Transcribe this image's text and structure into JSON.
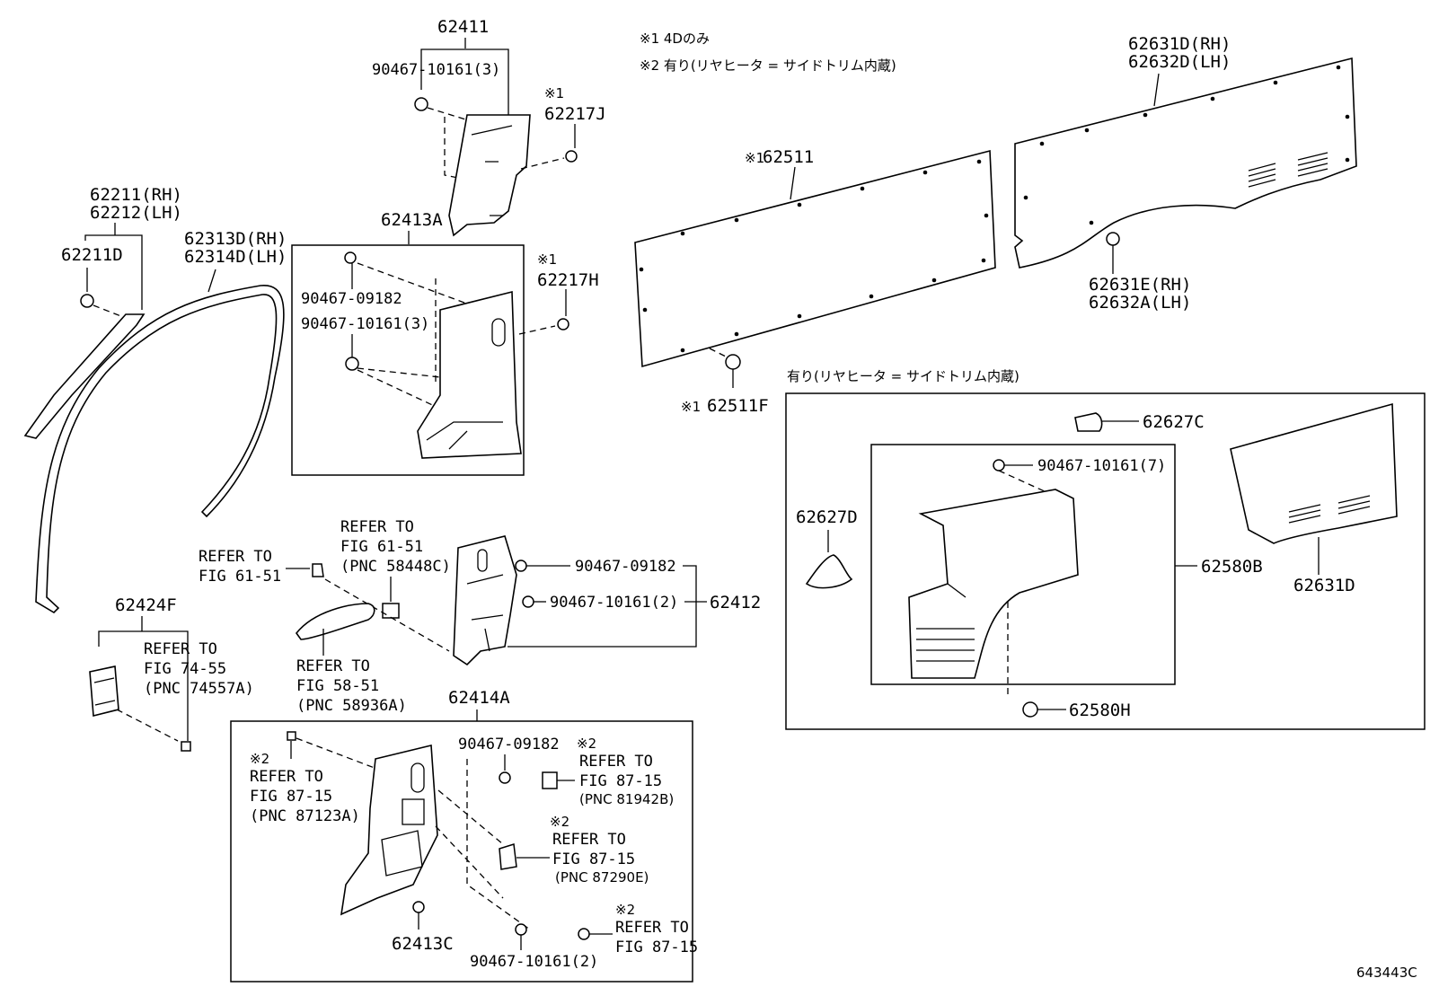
{
  "notes": {
    "note1": "※1 4Dのみ",
    "note2": "※2 有り(リヤヒータ = サイドトリム内蔵)",
    "heater_box_title": "有り(リヤヒータ = サイドトリム内蔵)"
  },
  "mark1": "※1",
  "mark2": "※2",
  "labels": {
    "p62411": "62411",
    "f90467_10161_3_top": "90467-10161(3)",
    "p62217J": "62217J",
    "p62211RH": "62211(RH)",
    "p62212LH": "62212(LH)",
    "p62211D": "62211D",
    "p62313D": "62313D(RH)",
    "p62314D": "62314D(LH)",
    "p62413A": "62413A",
    "f90467_09182_a": "90467-09182",
    "f90467_10161_3_b": "90467-10161(3)",
    "p62217H": "62217H",
    "p62511": "62511",
    "p62511F": "62511F",
    "p62631D_RH": "62631D(RH)",
    "p62632D_LH": "62632D(LH)",
    "p62631E": "62631E(RH)",
    "p62632A": "62632A(LH)",
    "p62627C": "62627C",
    "f90467_10161_7": "90467-10161(7)",
    "p62627D": "62627D",
    "p62580B": "62580B",
    "p62631D": "62631D",
    "p62580H": "62580H",
    "ref_fig6151_a1": "REFER TO",
    "ref_fig6151_a2": "FIG 61-51",
    "ref_fig6151_a3": "(PNC 58448C)",
    "ref_fig6151_b1": "REFER TO",
    "ref_fig6151_b2": "FIG 61-51",
    "f90467_09182_b": "90467-09182",
    "f90467_10161_2_a": "90467-10161(2)",
    "p62412": "62412",
    "p62424F": "62424F",
    "ref_fig7455_1": "REFER TO",
    "ref_fig7455_2": "FIG 74-55",
    "ref_fig7455_3": "(PNC 74557A)",
    "ref_fig5851_1": "REFER TO",
    "ref_fig5851_2": "FIG 58-51",
    "ref_fig5851_3": "(PNC 58936A)",
    "p62414A": "62414A",
    "f90467_09182_c": "90467-09182",
    "ref_fig8715_a1": "REFER TO",
    "ref_fig8715_a2": "FIG 87-15",
    "ref_fig8715_a3": "(PNC 87123A)",
    "ref_fig8715_b1": "REFER TO",
    "ref_fig8715_b2": "FIG 87-15",
    "ref_fig8715_b3": "(PNC 81942B)",
    "ref_fig8715_c1": "REFER TO",
    "ref_fig8715_c2": "FIG 87-15",
    "ref_fig8715_c3": "(PNC 87290E)",
    "ref_fig8715_d1": "REFER TO",
    "ref_fig8715_d2": "FIG 87-15",
    "p62413C": "62413C",
    "f90467_10161_2_b": "90467-10161(2)",
    "diagram_id": "643443C"
  }
}
